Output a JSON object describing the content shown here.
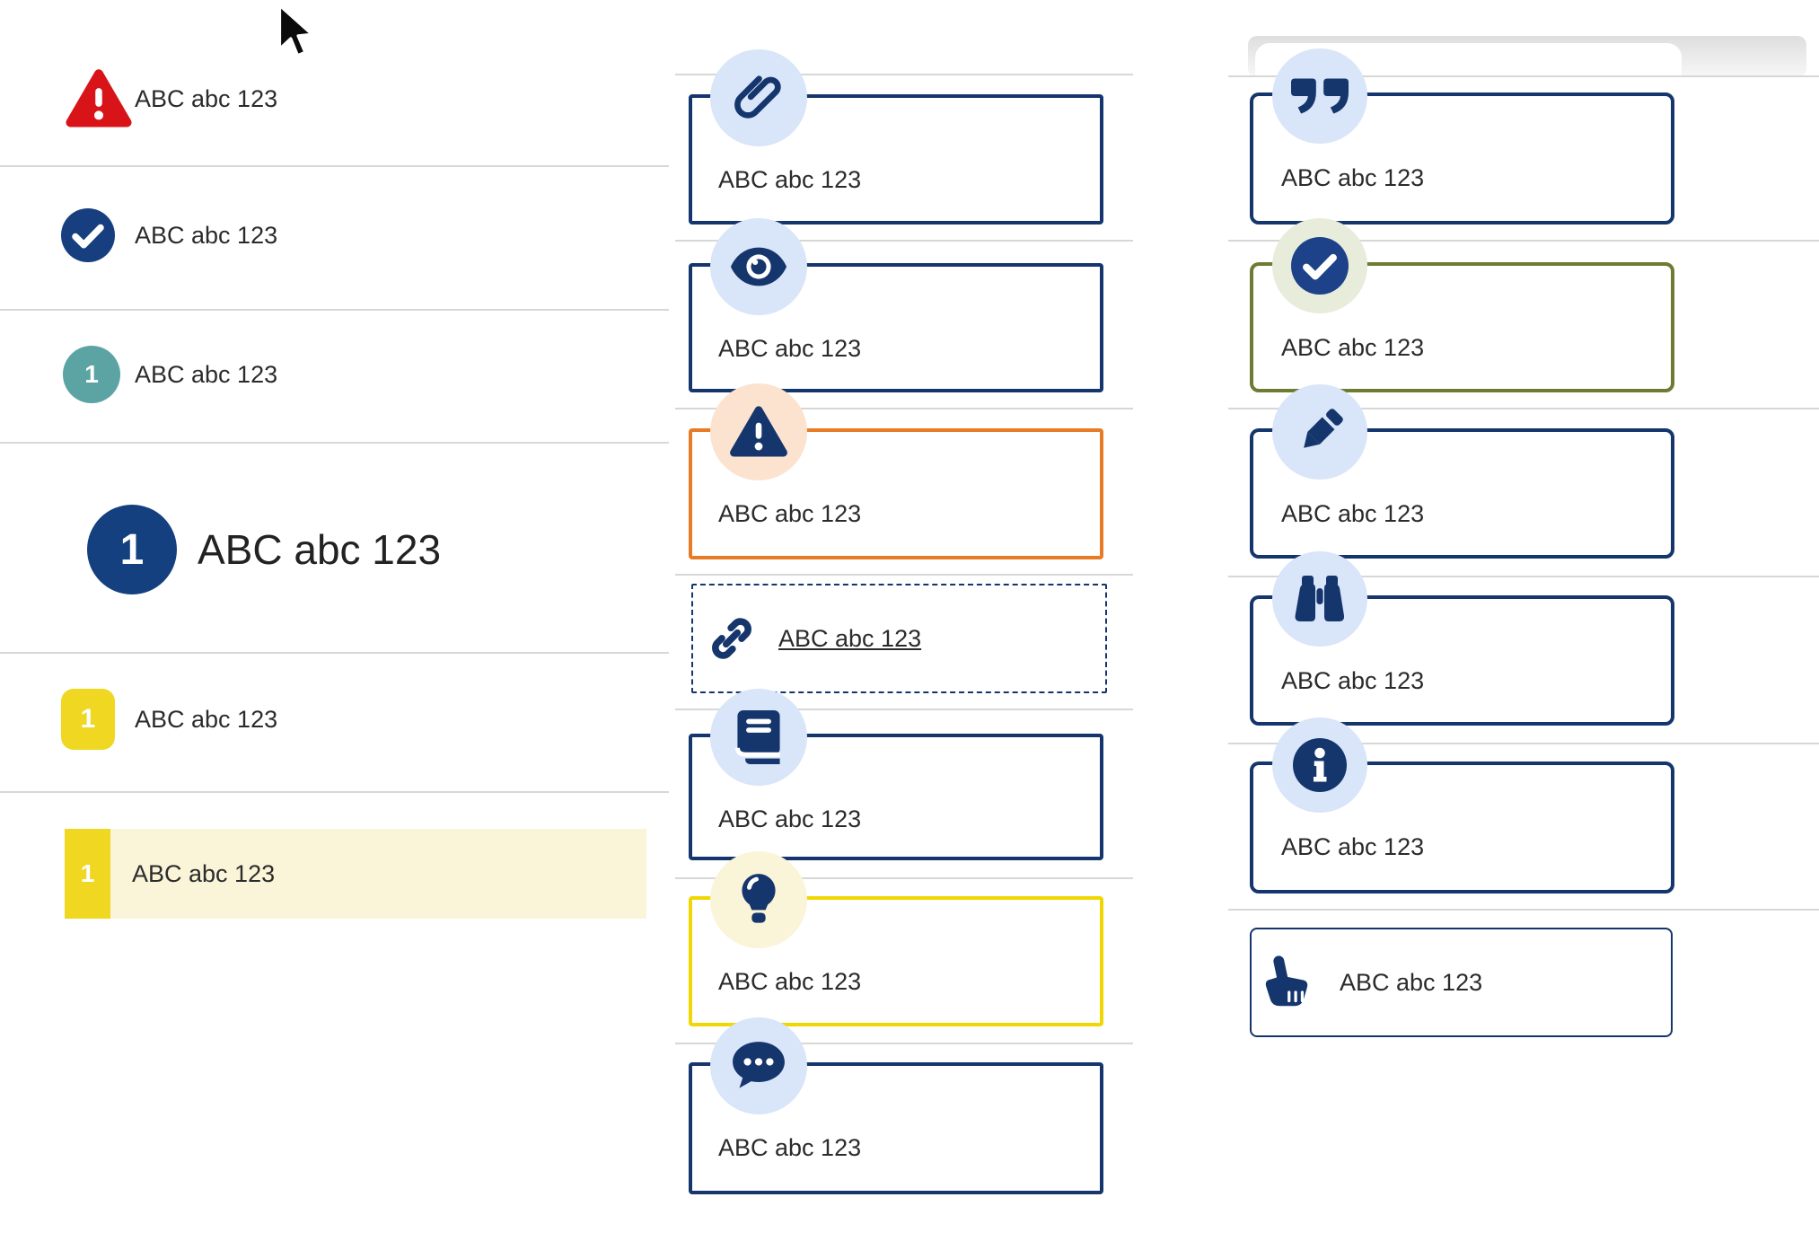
{
  "colors": {
    "navy": "#15356d",
    "blue_circle": "#173f7f",
    "red": "#d81419",
    "teal": "#5ca3a3",
    "yellow_badge": "#f0d722",
    "row_highlight": "#faf5d9",
    "orange": "#e87b25",
    "olive": "#6e7b33",
    "bright_yellow": "#eed702",
    "light_blue": "#d9e5f8",
    "peach": "#fbe3d0",
    "cream": "#faf4d8",
    "light_green": "#e8ecdb",
    "divider": "#d7d7d7",
    "text": "#2b2b2b"
  },
  "left_list": {
    "items": [
      {
        "icon": "alert-triangle-icon",
        "label": "ABC abc 123"
      },
      {
        "icon": "check-circle-icon",
        "label": "ABC abc 123"
      },
      {
        "icon": "numbered-badge-teal",
        "number": "1",
        "label": "ABC abc 123"
      },
      {
        "icon": "numbered-badge-large-navy",
        "number": "1",
        "label": "ABC abc 123"
      },
      {
        "icon": "numbered-badge-yellow",
        "number": "1",
        "label": "ABC abc 123"
      },
      {
        "icon": "numbered-badge-yellow-bar",
        "number": "1",
        "label": "ABC abc 123",
        "highlighted": true
      }
    ]
  },
  "middle_list": {
    "items": [
      {
        "icon": "paperclip-icon",
        "style": "navy",
        "label": "ABC abc 123"
      },
      {
        "icon": "eye-icon",
        "style": "navy",
        "label": "ABC abc 123"
      },
      {
        "icon": "warning-icon",
        "style": "orange",
        "label": "ABC abc 123"
      },
      {
        "icon": "link-icon",
        "style": "dashed-link",
        "label": "ABC abc 123"
      },
      {
        "icon": "book-icon",
        "style": "navy",
        "label": "ABC abc 123"
      },
      {
        "icon": "lightbulb-icon",
        "style": "yellow",
        "label": "ABC abc 123"
      },
      {
        "icon": "chat-icon",
        "style": "navy",
        "label": "ABC abc 123"
      }
    ]
  },
  "right_list": {
    "items": [
      {
        "icon": "quote-icon",
        "style": "navy",
        "label": "ABC abc 123"
      },
      {
        "icon": "check-circle-icon",
        "style": "olive",
        "label": "ABC abc 123"
      },
      {
        "icon": "pencil-icon",
        "style": "navy",
        "label": "ABC abc 123"
      },
      {
        "icon": "binoculars-icon",
        "style": "navy",
        "label": "ABC abc 123"
      },
      {
        "icon": "info-icon",
        "style": "navy",
        "label": "ABC abc 123"
      },
      {
        "icon": "hand-pointer-icon",
        "style": "navy-thin",
        "label": "ABC abc 123"
      }
    ]
  }
}
